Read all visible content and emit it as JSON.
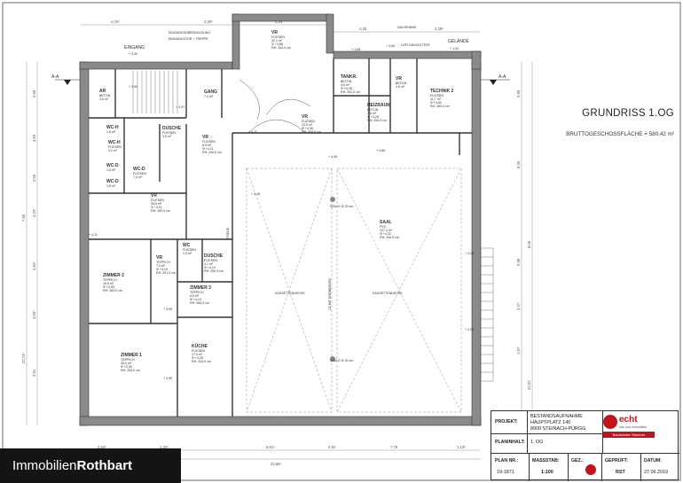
{
  "title": {
    "heading": "GRUNDRISS 1.OG",
    "subheading": "BRUTTOGESCHOSSFLÄCHE = 580,42 m²"
  },
  "brand": {
    "logo_text_a": "Immobilien",
    "logo_text_b": "Rothbart"
  },
  "labels": {
    "section_left": "A-A",
    "section_right": "A-A",
    "eingang": "EINGANG",
    "eingang_level": "+ 2,30",
    "eingangsueberdachung": "EINGANGSÜBERDACHUNG",
    "eingangstuer_treppe": "EINGANGSTÜR + TREPPE",
    "dachrinne": "DACHRINNE",
    "lueftungsgitter": "LÜFTUNGSGITTER",
    "gelaende": "GELÄNDE",
    "gelaende_level": "+ 1,50",
    "rauchabzug": "SÄULE Ø 30 cm",
    "rauchabzug2": "SÄULE Ø 30 cm",
    "kassettendecke_l": "KASSETTENDECKE",
    "kassettendecke_r": "KASSETTENDECKE",
    "uz_mit_korbboegen": "UZ MIT KORBBÖGEN",
    "stiege": "STIEGE"
  },
  "levels": [
    "+ 3,50",
    "+ 3,97",
    "+ 4,11",
    "+ 4,11",
    "+ 4,46",
    "+ 4,46",
    "+ 4,66",
    "+ 3,88",
    "+ 4,60",
    "+ 4,24",
    "+ 3,95",
    "+ 3,95",
    "+ 2,08"
  ],
  "rooms": [
    {
      "name": "AR",
      "sub": [
        "BETON",
        "3,6 m²"
      ]
    },
    {
      "name": "GANG",
      "sub": [
        "7,4 m²"
      ]
    },
    {
      "name": "VR",
      "sub": [
        "FLIESEN",
        "42,1 m²",
        "Ф +3,88",
        "RH: 344,0 cm"
      ]
    },
    {
      "name": "TANKR.",
      "sub": [
        "BETON",
        "4,6 m²",
        "Ф +4,28",
        "RH: 281,0 cm"
      ]
    },
    {
      "name": "VR",
      "sub": [
        "BETON",
        "4,9 m²"
      ]
    },
    {
      "name": "TECHNIK 2",
      "sub": [
        "FLIESEN",
        "11,7 m²",
        "Ф +4,62",
        "RH: 280,0 cm"
      ]
    },
    {
      "name": "HEIZRAUM",
      "sub": [
        "BETON",
        "7,8 m²",
        "Ф +4,28",
        "RH: 250,0 cm"
      ]
    },
    {
      "name": "VR",
      "sub": [
        "FLIESEN",
        "13,0 m²",
        "Ф +4,36",
        "RH: 300,0 cm"
      ]
    },
    {
      "name": "DUSCHE",
      "sub": [
        "FLIESEN",
        "3,5 m²"
      ]
    },
    {
      "name": "WC-H",
      "sub": [
        "1,8 m²"
      ]
    },
    {
      "name": "WC-H",
      "sub": [
        "FLIESEN",
        "4,0 m²"
      ]
    },
    {
      "name": "WC-D",
      "sub": [
        "1,6 m²"
      ]
    },
    {
      "name": "WC-D",
      "sub": [
        "1,6 m²"
      ]
    },
    {
      "name": "WC-D",
      "sub": [
        "FLIESEN",
        "7,4 m²"
      ]
    },
    {
      "name": "VR",
      "sub": [
        "FLIESEN",
        "8,9 m²",
        "Ф +4,11",
        "RH: 240,0 cm"
      ]
    },
    {
      "name": "VR",
      "sub": [
        "FLIESEN",
        "39,6 m²",
        "Ф +4,11",
        "RH: 283,0 cm"
      ]
    },
    {
      "name": "SAAL",
      "sub": [
        "PVC",
        "227,4 m²",
        "Ф +4,32",
        "RH: 340,0 cm"
      ]
    },
    {
      "name": "WC",
      "sub": [
        "FLIESEN",
        "1,3 m²"
      ]
    },
    {
      "name": "VR",
      "sub": [
        "TEPPICH",
        "7,0 m²",
        "Ф +4,10",
        "RH: 251,0 cm"
      ]
    },
    {
      "name": "DUSCHE",
      "sub": [
        "FLIESEN",
        "4,1 m²",
        "Ф +4,10",
        "RH: 250,0 cm"
      ]
    },
    {
      "name": "ZIMMER 2",
      "sub": [
        "TEPPICH",
        "16,5 m²",
        "Ф +3,95",
        "RH: 283,0 cm"
      ]
    },
    {
      "name": "ZIMMER 3",
      "sub": [
        "TEPPICH",
        "6,9 m²",
        "Ф +4,10",
        "RH: 265,0 cm"
      ]
    },
    {
      "name": "ZIMMER 1",
      "sub": [
        "TEPPICH",
        "28,0 m²",
        "Ф +3,95",
        "RH: 283,0 cm"
      ]
    },
    {
      "name": "KÜCHE",
      "sub": [
        "FLIESEN",
        "17,0 m²",
        "Ф +4,26",
        "RH: 310,0 cm"
      ]
    }
  ],
  "dimensions": {
    "top": [
      "4,34⁵",
      "2,30⁵",
      "2,29",
      "4,25",
      "4,29⁵"
    ],
    "bottom": [
      "2,94⁵",
      "4,20⁵",
      "6,61⁵",
      "4,84",
      "7,75",
      "1,13⁵"
    ],
    "bottom_total": "24,55⁵",
    "left": [
      "2,58",
      "3,83",
      "2,55",
      "3,22⁵",
      "7,60",
      "4,84⁵",
      "3,00⁵",
      "3,91",
      "22,73⁵"
    ],
    "right": [
      "3,98",
      "8,36",
      "8,06",
      "5,98",
      "3,47",
      "1,57",
      "22,02"
    ]
  },
  "title_block": {
    "projekt_label": "PROJEKT:",
    "projekt_lines": [
      "BESTANDSAUFNAHME",
      "HAUPTPLATZ 146",
      "8900 STEINACH-PÜRGG"
    ],
    "planinhalt_label": "PLANINHALT:",
    "planinhalt": "1. OG",
    "plan_nr_label": "PLAN NR.:",
    "plan_nr": "19-1871",
    "massstab_label": "MASSSTAB:",
    "massstab": "1:100",
    "gez_label": "GEZ.:",
    "geprueft_label": "GEPRÜFT:",
    "geprueft": "RST",
    "datum_label": "DATUM:",
    "datum": "27.06.2019",
    "echt_logo_text": "echt",
    "echt_logo_sub": "bau und immobilien",
    "echt_logo_band": "Baumeister Steuerer"
  },
  "colors": {
    "wall": "#7d7d7d",
    "line": "#333333",
    "brand_bar": "#141414",
    "brand_red": "#c0141c"
  }
}
